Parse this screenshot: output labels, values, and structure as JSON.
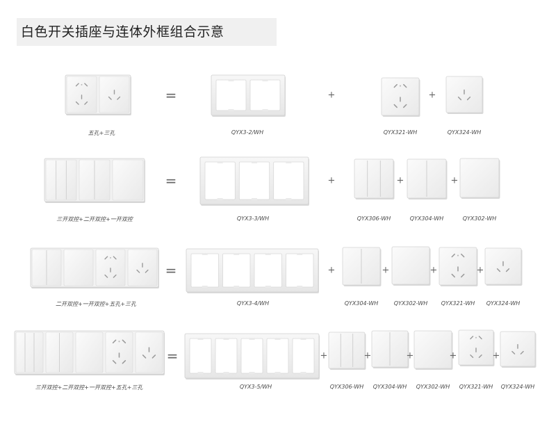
{
  "title": "白色开关插座与连体外框组合示意",
  "symbols": {
    "equals": "=",
    "plus": "+"
  },
  "rows": [
    {
      "combo_label": "五孔+三孔",
      "frame_label": "QYX3-2/WH",
      "modules": [
        {
          "label": "QYX321-WH",
          "kind": "outlet-5"
        },
        {
          "label": "QYX324-WH",
          "kind": "outlet-3"
        }
      ]
    },
    {
      "combo_label": "三开双控+二开双控+一开双控",
      "frame_label": "QYX3-3/WH",
      "modules": [
        {
          "label": "QYX306-WH",
          "kind": "switch-3"
        },
        {
          "label": "QYX304-WH",
          "kind": "switch-2"
        },
        {
          "label": "QYX302-WH",
          "kind": "switch-1"
        }
      ]
    },
    {
      "combo_label": "二开双控+一开双控+五孔+三孔",
      "frame_label": "QYX3-4/WH",
      "modules": [
        {
          "label": "QYX304-WH",
          "kind": "switch-2"
        },
        {
          "label": "QYX302-WH",
          "kind": "switch-1"
        },
        {
          "label": "QYX321-WH",
          "kind": "outlet-5"
        },
        {
          "label": "QYX324-WH",
          "kind": "outlet-3"
        }
      ]
    },
    {
      "combo_label": "三开双控+二开双控+一开双控+五孔+三孔",
      "frame_label": "QYX3-5/WH",
      "modules": [
        {
          "label": "QYX306-WH",
          "kind": "switch-3"
        },
        {
          "label": "QYX304-WH",
          "kind": "switch-2"
        },
        {
          "label": "QYX302-WH",
          "kind": "switch-1"
        },
        {
          "label": "QYX321-WH",
          "kind": "outlet-5"
        },
        {
          "label": "QYX324-WH",
          "kind": "outlet-3"
        }
      ]
    }
  ]
}
